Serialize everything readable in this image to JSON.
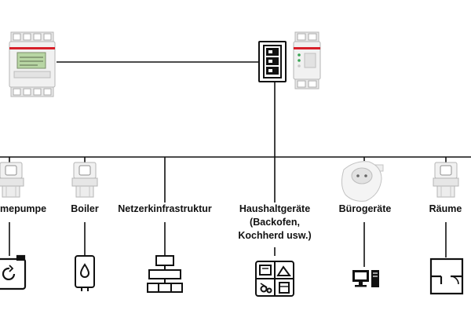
{
  "diagram": {
    "nodes": [
      {
        "id": "heat-pump",
        "label": "mepumpe",
        "label2": "",
        "label3": ""
      },
      {
        "id": "boiler",
        "label": "Boiler",
        "label2": "",
        "label3": ""
      },
      {
        "id": "network",
        "label": "Netzerkinfrastruktur",
        "label2": "",
        "label3": ""
      },
      {
        "id": "household",
        "label": "Haushaltgeräte",
        "label2": "(Backofen,",
        "label3": "Kochherd usw.)"
      },
      {
        "id": "office",
        "label": "Bürogeräte",
        "label2": "",
        "label3": ""
      },
      {
        "id": "rooms",
        "label": "Räume",
        "label2": "",
        "label3": ""
      }
    ],
    "icons": [
      "energy-meter-device",
      "modular-meter-device",
      "current-clamp-device",
      "smart-plug-device",
      "heat-pump-icon",
      "boiler-icon",
      "network-icon",
      "appliances-icon",
      "computer-icon",
      "floorplan-icon"
    ],
    "colors": {
      "line": "#111111",
      "device-body": "#f1f1f1",
      "device-outline": "#b5b5b5",
      "accent-red": "#d8202a",
      "display-green": "#b8d6a4"
    }
  }
}
